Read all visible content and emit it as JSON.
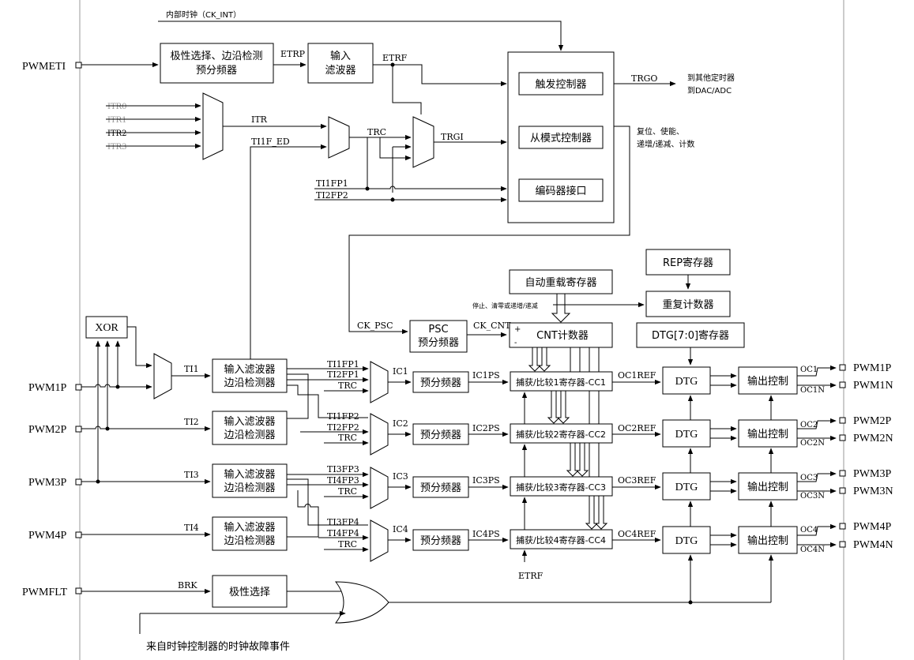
{
  "inputs": {
    "pwmeti": "PWMETI",
    "pwm1p_in": "PWM1P",
    "pwm2p_in": "PWM2P",
    "pwm3p_in": "PWM3P",
    "pwm4p_in": "PWM4P",
    "pwmflt": "PWMFLT"
  },
  "outputs": {
    "pwm1p": "PWM1P",
    "pwm1n": "PWM1N",
    "pwm2p": "PWM2P",
    "pwm2n": "PWM2N",
    "pwm3p": "PWM3P",
    "pwm3n": "PWM3N",
    "pwm4p": "PWM4P",
    "pwm4n": "PWM4N"
  },
  "blocks": {
    "polarity_edge_line1": "极性选择、边沿检测",
    "polarity_edge_line2": "预分频器",
    "input_filter_line1": "输入",
    "input_filter_line2": "滤波器",
    "trigger_ctrl": "触发控制器",
    "slave_ctrl": "从模式控制器",
    "encoder_if": "编码器接口",
    "rep_reg": "REP寄存器",
    "auto_reload": "自动重载寄存器",
    "rep_counter": "重复计数器",
    "psc_line1": "PSC",
    "psc_line2": "预分频器",
    "cnt": "CNT计数器",
    "dtg_reg": "DTG[7:0]寄存器",
    "xor": "XOR",
    "filter_line1": "输入滤波器",
    "filter_line2": "边沿检测器",
    "prescaler": "预分频器",
    "cc1": "捕获/比较1寄存器-CC1",
    "cc2": "捕获/比较2寄存器-CC2",
    "cc3": "捕获/比较3寄存器-CC3",
    "cc4": "捕获/比较4寄存器-CC4",
    "dtg": "DTG",
    "out_ctrl": "输出控制",
    "polarity_sel": "极性选择"
  },
  "signals": {
    "ck_int": "内部时钟（CK_INT）",
    "etrp": "ETRP",
    "etrf": "ETRF",
    "trgo": "TRGO",
    "trgo_dest_1": "到其他定时器",
    "trgo_dest_2": "到DAC/ADC",
    "itr0": "ITR0",
    "itr1": "ITR1",
    "itr2": "ITR2",
    "itr3": "ITR3",
    "itr": "ITR",
    "ti1f_ed": "TI1F_ED",
    "trc": "TRC",
    "trgi": "TRGI",
    "ti1fp1": "TI1FP1",
    "ti2fp2": "TI2FP2",
    "slave_out_1": "复位、使能、",
    "slave_out_2": "递增/递减、计数",
    "ck_psc": "CK_PSC",
    "ck_cnt": "CK_CNT",
    "cnt_note": "停止、清零或递增/递减",
    "plus": "+",
    "minus": "-",
    "ti1": "TI1",
    "ti2": "TI2",
    "ti3": "TI3",
    "ti4": "TI4",
    "ti2fp1": "TI2FP1",
    "ti1fp2": "TI1FP2",
    "ti3fp3": "TI3FP3",
    "ti4fp3": "TI4FP3",
    "ti3fp4": "TI3FP4",
    "ti4fp4": "TI4FP4",
    "ic1": "IC1",
    "ic2": "IC2",
    "ic3": "IC3",
    "ic4": "IC4",
    "ic1ps": "IC1PS",
    "ic2ps": "IC2PS",
    "ic3ps": "IC3PS",
    "ic4ps": "IC4PS",
    "oc1ref": "OC1REF",
    "oc2ref": "OC2REF",
    "oc3ref": "OC3REF",
    "oc4ref": "OC4REF",
    "oc1": "OC1",
    "oc1n": "OC1N",
    "oc2": "OC2",
    "oc2n": "OC2N",
    "oc3": "OC3",
    "oc3n": "OC3N",
    "oc4": "OC4",
    "oc4n": "OC4N",
    "brk": "BRK",
    "clock_fail": "来自时钟控制器的时钟故障事件"
  }
}
